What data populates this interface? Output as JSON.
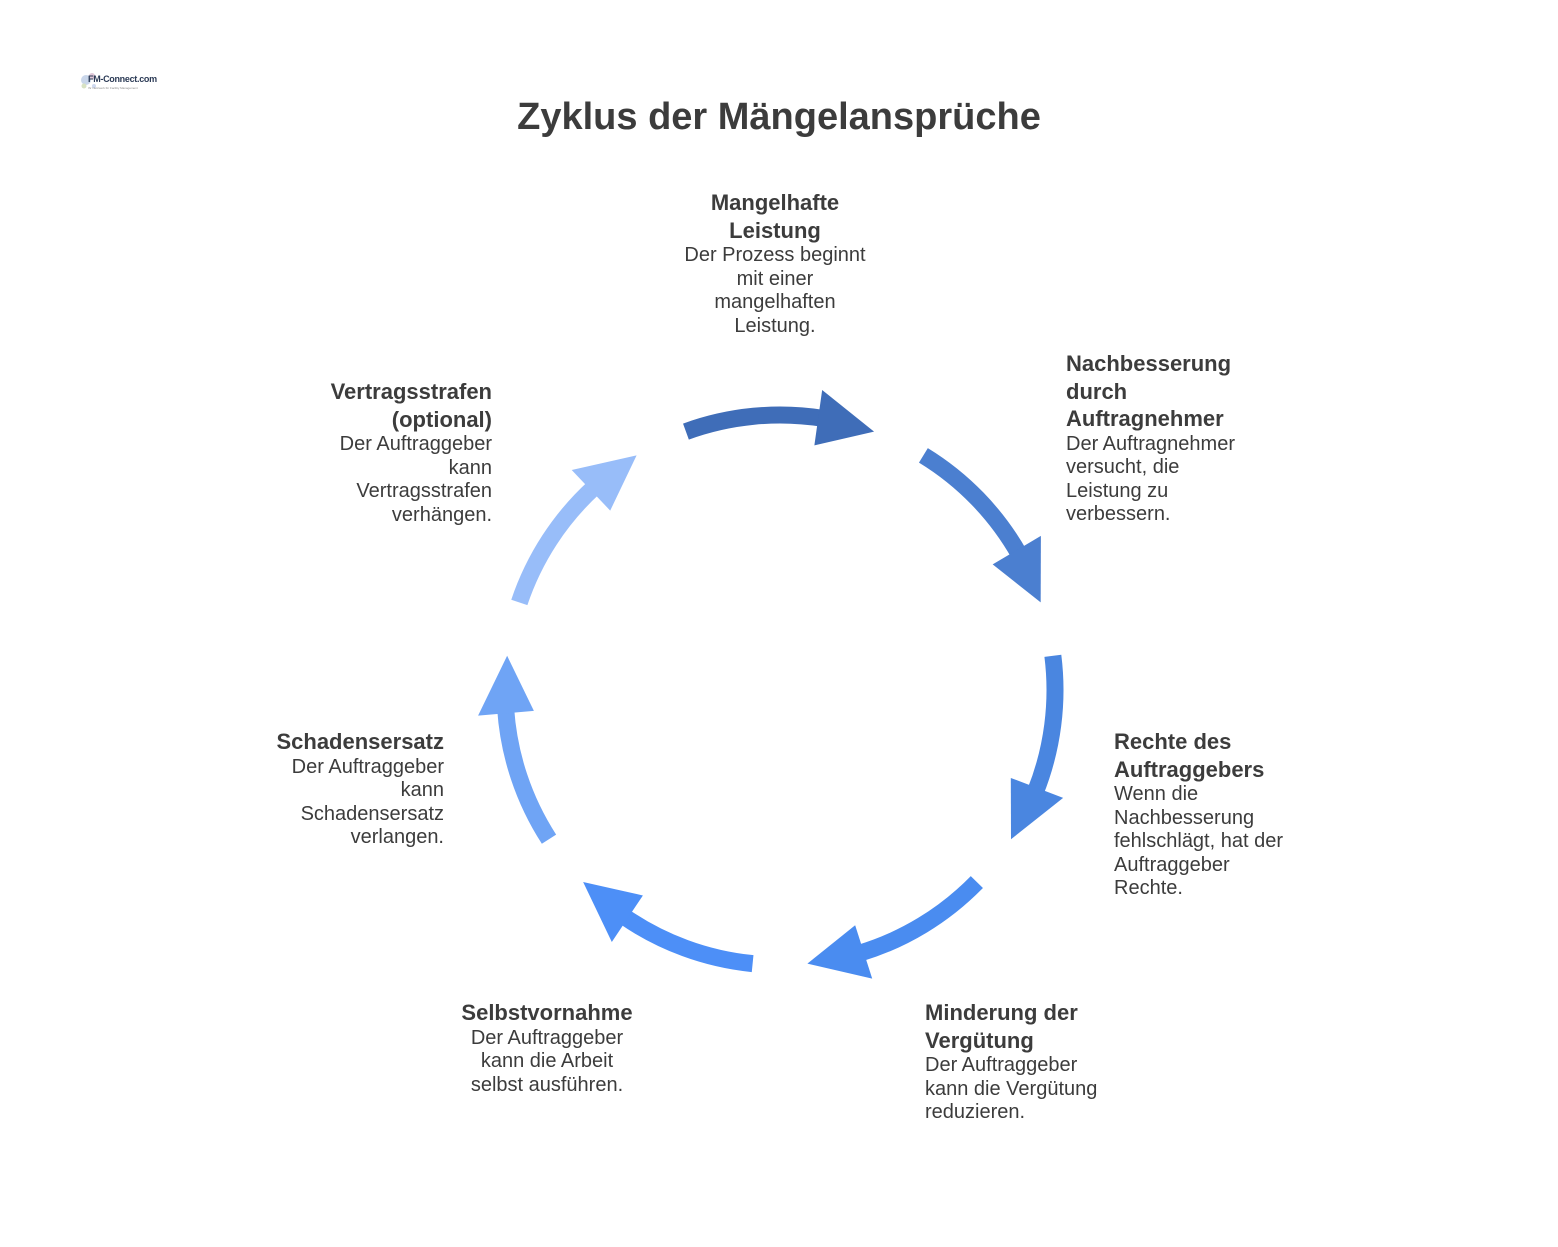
{
  "logo": {
    "text": "FM-Connect.com",
    "subtext": "Ihr Netzwerk für Facility Management"
  },
  "title": "Zyklus der Mängelansprüche",
  "colors": {
    "arrow1": "#3f6db8",
    "arrow2": "#4b7fd0",
    "arrow3": "#4a86e0",
    "arrow4": "#4a8cf0",
    "arrow5": "#4d8ff7",
    "arrow6": "#6fa4f5",
    "arrow7": "#98bdf9",
    "text": "#3c3c3c"
  },
  "steps": [
    {
      "heading": [
        "Mangelhafte",
        "Leistung"
      ],
      "description": [
        "Der Prozess beginnt",
        "mit einer",
        "mangelhaften",
        "Leistung."
      ]
    },
    {
      "heading": [
        "Nachbesserung",
        "durch",
        "Auftragnehmer"
      ],
      "description": [
        "Der Auftragnehmer",
        "versucht, die",
        "Leistung zu",
        "verbessern."
      ]
    },
    {
      "heading": [
        "Rechte des",
        "Auftraggebers"
      ],
      "description": [
        "Wenn die",
        "Nachbesserung",
        "fehlschlägt, hat der",
        "Auftraggeber",
        "Rechte."
      ]
    },
    {
      "heading": [
        "Minderung der",
        "Vergütung"
      ],
      "description": [
        "Der Auftraggeber",
        "kann die Vergütung",
        "reduzieren."
      ]
    },
    {
      "heading": [
        "Selbstvornahme"
      ],
      "description": [
        "Der Auftraggeber",
        "kann die Arbeit",
        "selbst ausführen."
      ]
    },
    {
      "heading": [
        "Schadensersatz"
      ],
      "description": [
        "Der Auftraggeber",
        "kann",
        "Schadensersatz",
        "verlangen."
      ]
    },
    {
      "heading": [
        "Vertragsstrafen",
        "(optional)"
      ],
      "description": [
        "Der Auftraggeber",
        "kann",
        "Vertragsstrafen",
        "verhängen."
      ]
    }
  ]
}
